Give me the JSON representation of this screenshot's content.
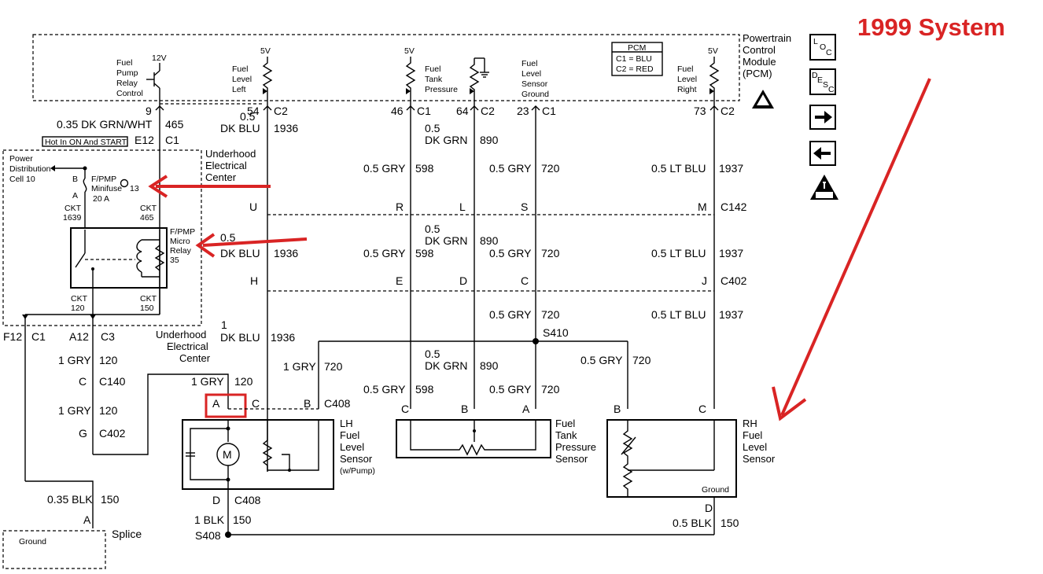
{
  "header": {
    "title": "1999 System"
  },
  "pcm": {
    "label_lines": [
      "Powertrain",
      "Control",
      "Module",
      "(PCM)"
    ],
    "legend_title": "PCM",
    "legend_c1": "C1 = BLU",
    "legend_c2": "C2 = RED",
    "fuel_pump_relay_control": [
      "Fuel",
      "Pump",
      "Relay",
      "Control"
    ],
    "fuel_level_left": [
      "Fuel",
      "Level",
      "Left"
    ],
    "fuel_tank_pressure": [
      "Fuel",
      "Tank",
      "Pressure"
    ],
    "fuel_level_sensor_ground": [
      "Fuel",
      "Level",
      "Sensor",
      "Ground"
    ],
    "fuel_level_right": [
      "Fuel",
      "Level",
      "Right"
    ],
    "v12": "12V",
    "v5": "5V"
  },
  "pins": {
    "p9": "9",
    "p54": "54",
    "c2": "C2",
    "p46": "46",
    "c1": "C1",
    "p64": "64",
    "p23": "23",
    "p73": "73"
  },
  "wires": {
    "dkgrnwht": "0.35 DK GRN/WHT",
    "c465": "465",
    "e12": "E12",
    "c1": "C1",
    "g05": "0.5",
    "dkblu": "DK BLU",
    "c1936": "1936",
    "dkgrn": "DK GRN",
    "c890": "890",
    "gry05": "0.5 GRY",
    "c598": "598",
    "c720": "720",
    "ltblu05": "0.5 LT BLU",
    "c1937": "1937",
    "g1": "1",
    "gry1": "1 GRY",
    "c120": "120",
    "blk035": "0.35 BLK",
    "c150": "150",
    "blk1": "1 BLK",
    "blk05": "0.5 BLK",
    "ckt1639": "1639",
    "ckt465": "465",
    "ckt120": "120",
    "ckt150": "150",
    "ckt": "CKT"
  },
  "connectors": {
    "c142": "C142",
    "c402": "C402",
    "c408": "C408",
    "c140": "C140",
    "c3": "C3",
    "c1": "C1",
    "s410": "S410",
    "s408": "S408",
    "u": "U",
    "r": "R",
    "l": "L",
    "s": "S",
    "m": "M",
    "h": "H",
    "e": "E",
    "d": "D",
    "c": "C",
    "j": "J",
    "a": "A",
    "b": "B",
    "g": "G",
    "f12": "F12",
    "a12": "A12"
  },
  "uec": {
    "hot_label": "Hot In ON And START",
    "label_lines": [
      "Underhood",
      "Electrical",
      "Center"
    ],
    "label2_lines": [
      "Underhood",
      "Electrical",
      "Center"
    ],
    "power_dist": [
      "Power",
      "Distribution",
      "Cell 10"
    ],
    "minifuse": [
      "F/PMP",
      "Minifuse",
      "20 A"
    ],
    "minifuse_num": "13",
    "relay": [
      "F/PMP",
      "Micro",
      "Relay",
      "35"
    ]
  },
  "components": {
    "lh": [
      "LH",
      "Fuel",
      "Level",
      "Sensor"
    ],
    "lh_sub": "(w/Pump)",
    "ftps": [
      "Fuel",
      "Tank",
      "Pressure",
      "Sensor"
    ],
    "rh": [
      "RH",
      "Fuel",
      "Level",
      "Sensor"
    ],
    "ground": "Ground",
    "motor": "M",
    "splice": "Splice",
    "ground_bottom": "Ground"
  },
  "side_icons": [
    "loc-icon",
    "desc-icon",
    "arrow-right-icon",
    "arrow-left-icon",
    "obd-icon"
  ],
  "colors": {
    "annotation": "#d92424",
    "ink": "#000000"
  }
}
